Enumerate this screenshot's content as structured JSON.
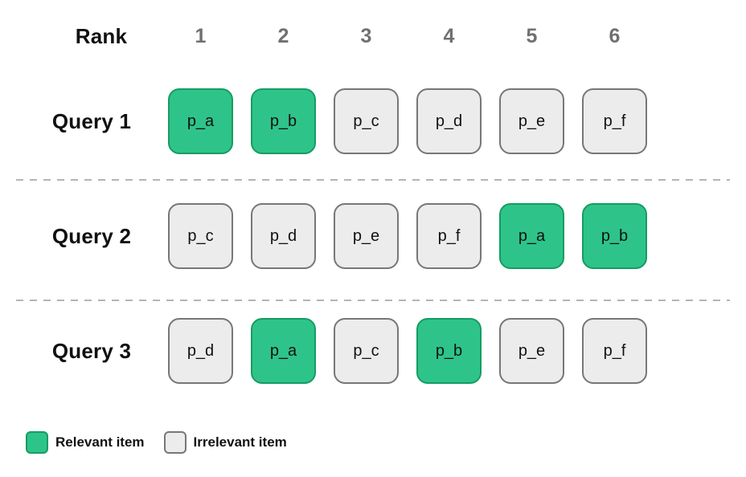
{
  "header": {
    "rank_label": "Rank",
    "ranks": [
      "1",
      "2",
      "3",
      "4",
      "5",
      "6"
    ]
  },
  "rows": [
    {
      "label": "Query 1",
      "items": [
        {
          "label": "p_a",
          "relevant": true
        },
        {
          "label": "p_b",
          "relevant": true
        },
        {
          "label": "p_c",
          "relevant": false
        },
        {
          "label": "p_d",
          "relevant": false
        },
        {
          "label": "p_e",
          "relevant": false
        },
        {
          "label": "p_f",
          "relevant": false
        }
      ]
    },
    {
      "label": "Query 2",
      "items": [
        {
          "label": "p_c",
          "relevant": false
        },
        {
          "label": "p_d",
          "relevant": false
        },
        {
          "label": "p_e",
          "relevant": false
        },
        {
          "label": "p_f",
          "relevant": false
        },
        {
          "label": "p_a",
          "relevant": true
        },
        {
          "label": "p_b",
          "relevant": true
        }
      ]
    },
    {
      "label": "Query 3",
      "items": [
        {
          "label": "p_d",
          "relevant": false
        },
        {
          "label": "p_a",
          "relevant": true
        },
        {
          "label": "p_c",
          "relevant": false
        },
        {
          "label": "p_b",
          "relevant": true
        },
        {
          "label": "p_e",
          "relevant": false
        },
        {
          "label": "p_f",
          "relevant": false
        }
      ]
    }
  ],
  "legend": {
    "relevant_label": "Relevant item",
    "irrelevant_label": "Irrelevant item"
  },
  "colors": {
    "relevant_fill": "#2ec489",
    "relevant_border": "#169c63",
    "irrelevant_fill": "#ececec",
    "irrelevant_border": "#777777"
  }
}
